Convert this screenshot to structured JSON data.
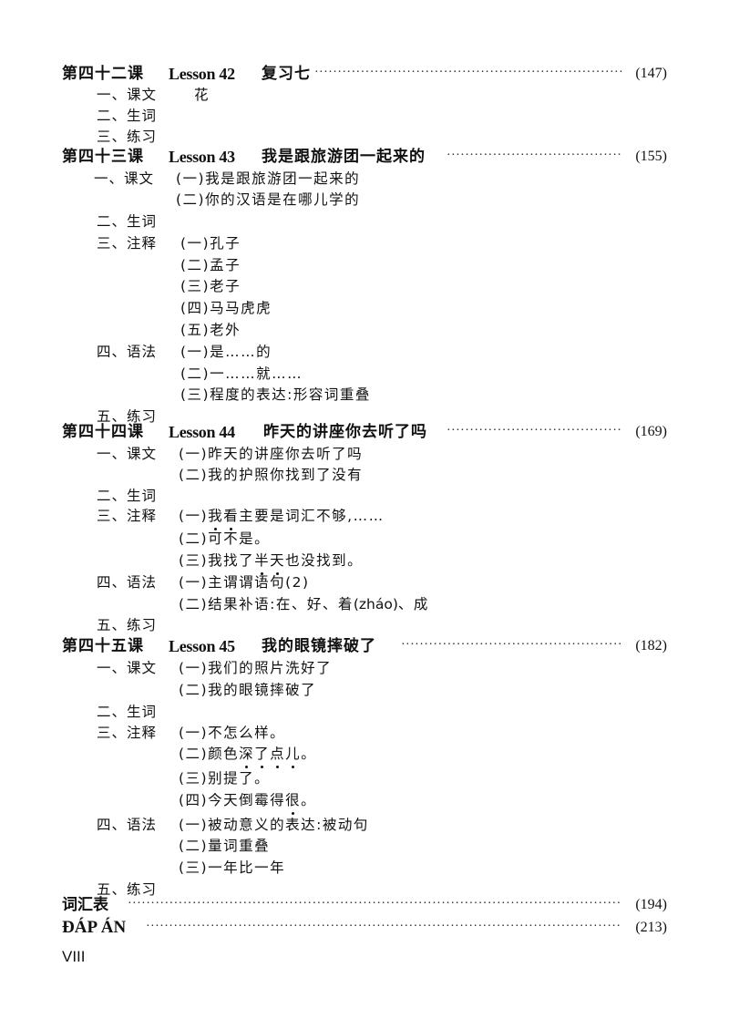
{
  "lessons": [
    {
      "cn": "第四十二课",
      "en": "Lesson 42",
      "title": "复习七",
      "page": "(147)",
      "sections": [
        {
          "num": "一、课文",
          "plain": "花"
        },
        {
          "num": "二、生词"
        },
        {
          "num": "三、练习"
        }
      ]
    },
    {
      "cn": "第四十三课",
      "en": "Lesson 43",
      "title": "我是跟旅游团一起来的",
      "page": "(155)",
      "sections": [
        {
          "num": "一、课文",
          "items": [
            "(一)我是跟旅游团一起来的",
            "(二)你的汉语是在哪儿学的"
          ]
        },
        {
          "num": "二、生词"
        },
        {
          "num": "三、注释",
          "items": [
            "(一)孔子",
            "(二)孟子",
            "(三)老子",
            "(四)马马虎虎",
            "(五)老外"
          ]
        },
        {
          "num": "四、语法",
          "items": [
            "(一)是……的",
            "(二)一……就……",
            "(三)程度的表达:形容词重叠"
          ]
        },
        {
          "num": "五、练习"
        }
      ]
    },
    {
      "cn": "第四十四课",
      "en": "Lesson 44",
      "title": "昨天的讲座你去听了吗",
      "page": "(169)",
      "sections": [
        {
          "num": "一、课文",
          "items": [
            "(一)昨天的讲座你去听了吗",
            "(二)我的护照你找到了没有"
          ]
        },
        {
          "num": "二、生词"
        },
        {
          "num": "三、注释",
          "items": [
            {
              "prefix": "(一)",
              "emph": "我看",
              "rest": "主要是词汇不够,……"
            },
            {
              "prefix": "(二)",
              "text": "可不是。"
            },
            {
              "prefix": "(三)",
              "before": "我找了",
              "emph": "半天",
              "rest": "也没找到。"
            }
          ]
        },
        {
          "num": "四、语法",
          "items": [
            "(一)主谓谓语句(2)",
            {
              "prefix": "(二)",
              "before": "结果补语:在、好、着",
              "pinyin": "(zháo)",
              "rest": "、成"
            }
          ]
        },
        {
          "num": "五、练习"
        }
      ]
    },
    {
      "cn": "第四十五课",
      "en": "Lesson 45",
      "title": "我的眼镜摔破了",
      "page": "(182)",
      "sections": [
        {
          "num": "一、课文",
          "items": [
            "(一)我们的照片洗好了",
            "(二)我的眼镜摔破了"
          ]
        },
        {
          "num": "二、生词"
        },
        {
          "num": "三、注释",
          "items": [
            {
              "prefix": "(一)",
              "text": "不怎么样。"
            },
            {
              "prefix": "(二)",
              "before": "颜色",
              "emph": "深了点儿",
              "rest": "。"
            },
            {
              "prefix": "(三)",
              "text": "别提了。"
            },
            {
              "prefix": "(四)",
              "before": "今天倒霉得",
              "emph": "很",
              "rest": "。"
            }
          ]
        },
        {
          "num": "四、语法",
          "items": [
            "(一)被动意义的表达:被动句",
            "(二)量词重叠",
            "(三)一年比一年"
          ]
        },
        {
          "num": "五、练习"
        }
      ]
    }
  ],
  "appendix": [
    {
      "title": "词汇表",
      "page": "(194)"
    },
    {
      "title": "ĐÁP ÁN",
      "page": "(213)"
    }
  ],
  "page_number": "VIII",
  "leader_dots": "·································································································································"
}
